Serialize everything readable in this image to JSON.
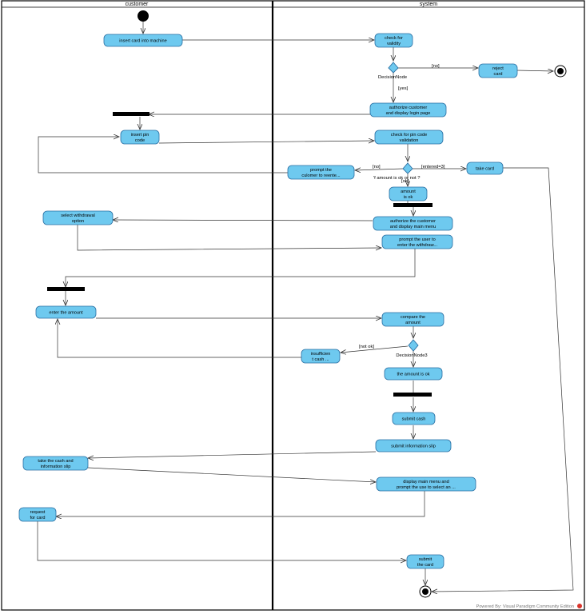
{
  "lanes": {
    "customer": "customer",
    "system": "system"
  },
  "activities": {
    "insert_card": [
      "insert card into machine"
    ],
    "check_validity": [
      "check for",
      "validity"
    ],
    "reject_card": [
      "reject",
      "card"
    ],
    "authorize_display_login": [
      "authorize customer",
      "and display login page"
    ],
    "insert_pin": [
      "insert pin",
      "code"
    ],
    "check_pin": [
      "check for pin code",
      "validation"
    ],
    "prompt_reenter": [
      "prompt the",
      "culomer to reente..."
    ],
    "take_card": [
      "take card"
    ],
    "amount_ok": [
      "amount",
      "is ok"
    ],
    "select_withdrawal": [
      "select withdrawal",
      "option"
    ],
    "authorize_main_menu": [
      "authorize the customer",
      "and display main menu"
    ],
    "prompt_withdraw": [
      "prompt the user to",
      "enter the withdraw..."
    ],
    "enter_amount": [
      "enter the amount"
    ],
    "compare_amount": [
      "compare the",
      "amount"
    ],
    "insufficient_cash": [
      "insufficien",
      "t cash ..."
    ],
    "the_amount_is_ok": [
      "the amount is ok"
    ],
    "submit_cash": [
      "submit cash"
    ],
    "submit_info_slip": [
      "submit information slip"
    ],
    "take_cash_slip": [
      "take the cash and",
      "information slip"
    ],
    "display_main_menu_select": [
      "display main menu and",
      "prompt the use to select an ..."
    ],
    "request_card": [
      "request",
      "for card"
    ],
    "submit_card": [
      "submit",
      "the card"
    ]
  },
  "guards": {
    "no1": "[no]",
    "yes1": "[yes]",
    "no2": "[no]",
    "entered3": "[entered=3]",
    "ok1": "[ok]",
    "question": "'f amount is ok or not ?",
    "not_ok": "[not ok]"
  },
  "decision_labels": {
    "d1": "DecisionNode",
    "d3": "DecisionNode3"
  },
  "footer": "Powered By: Visual Paradigm Community Edition",
  "colors": {
    "activity_fill": "#6ec9ef",
    "activity_stroke": "#2a6fa3",
    "footer_logo": "#d9342b"
  }
}
